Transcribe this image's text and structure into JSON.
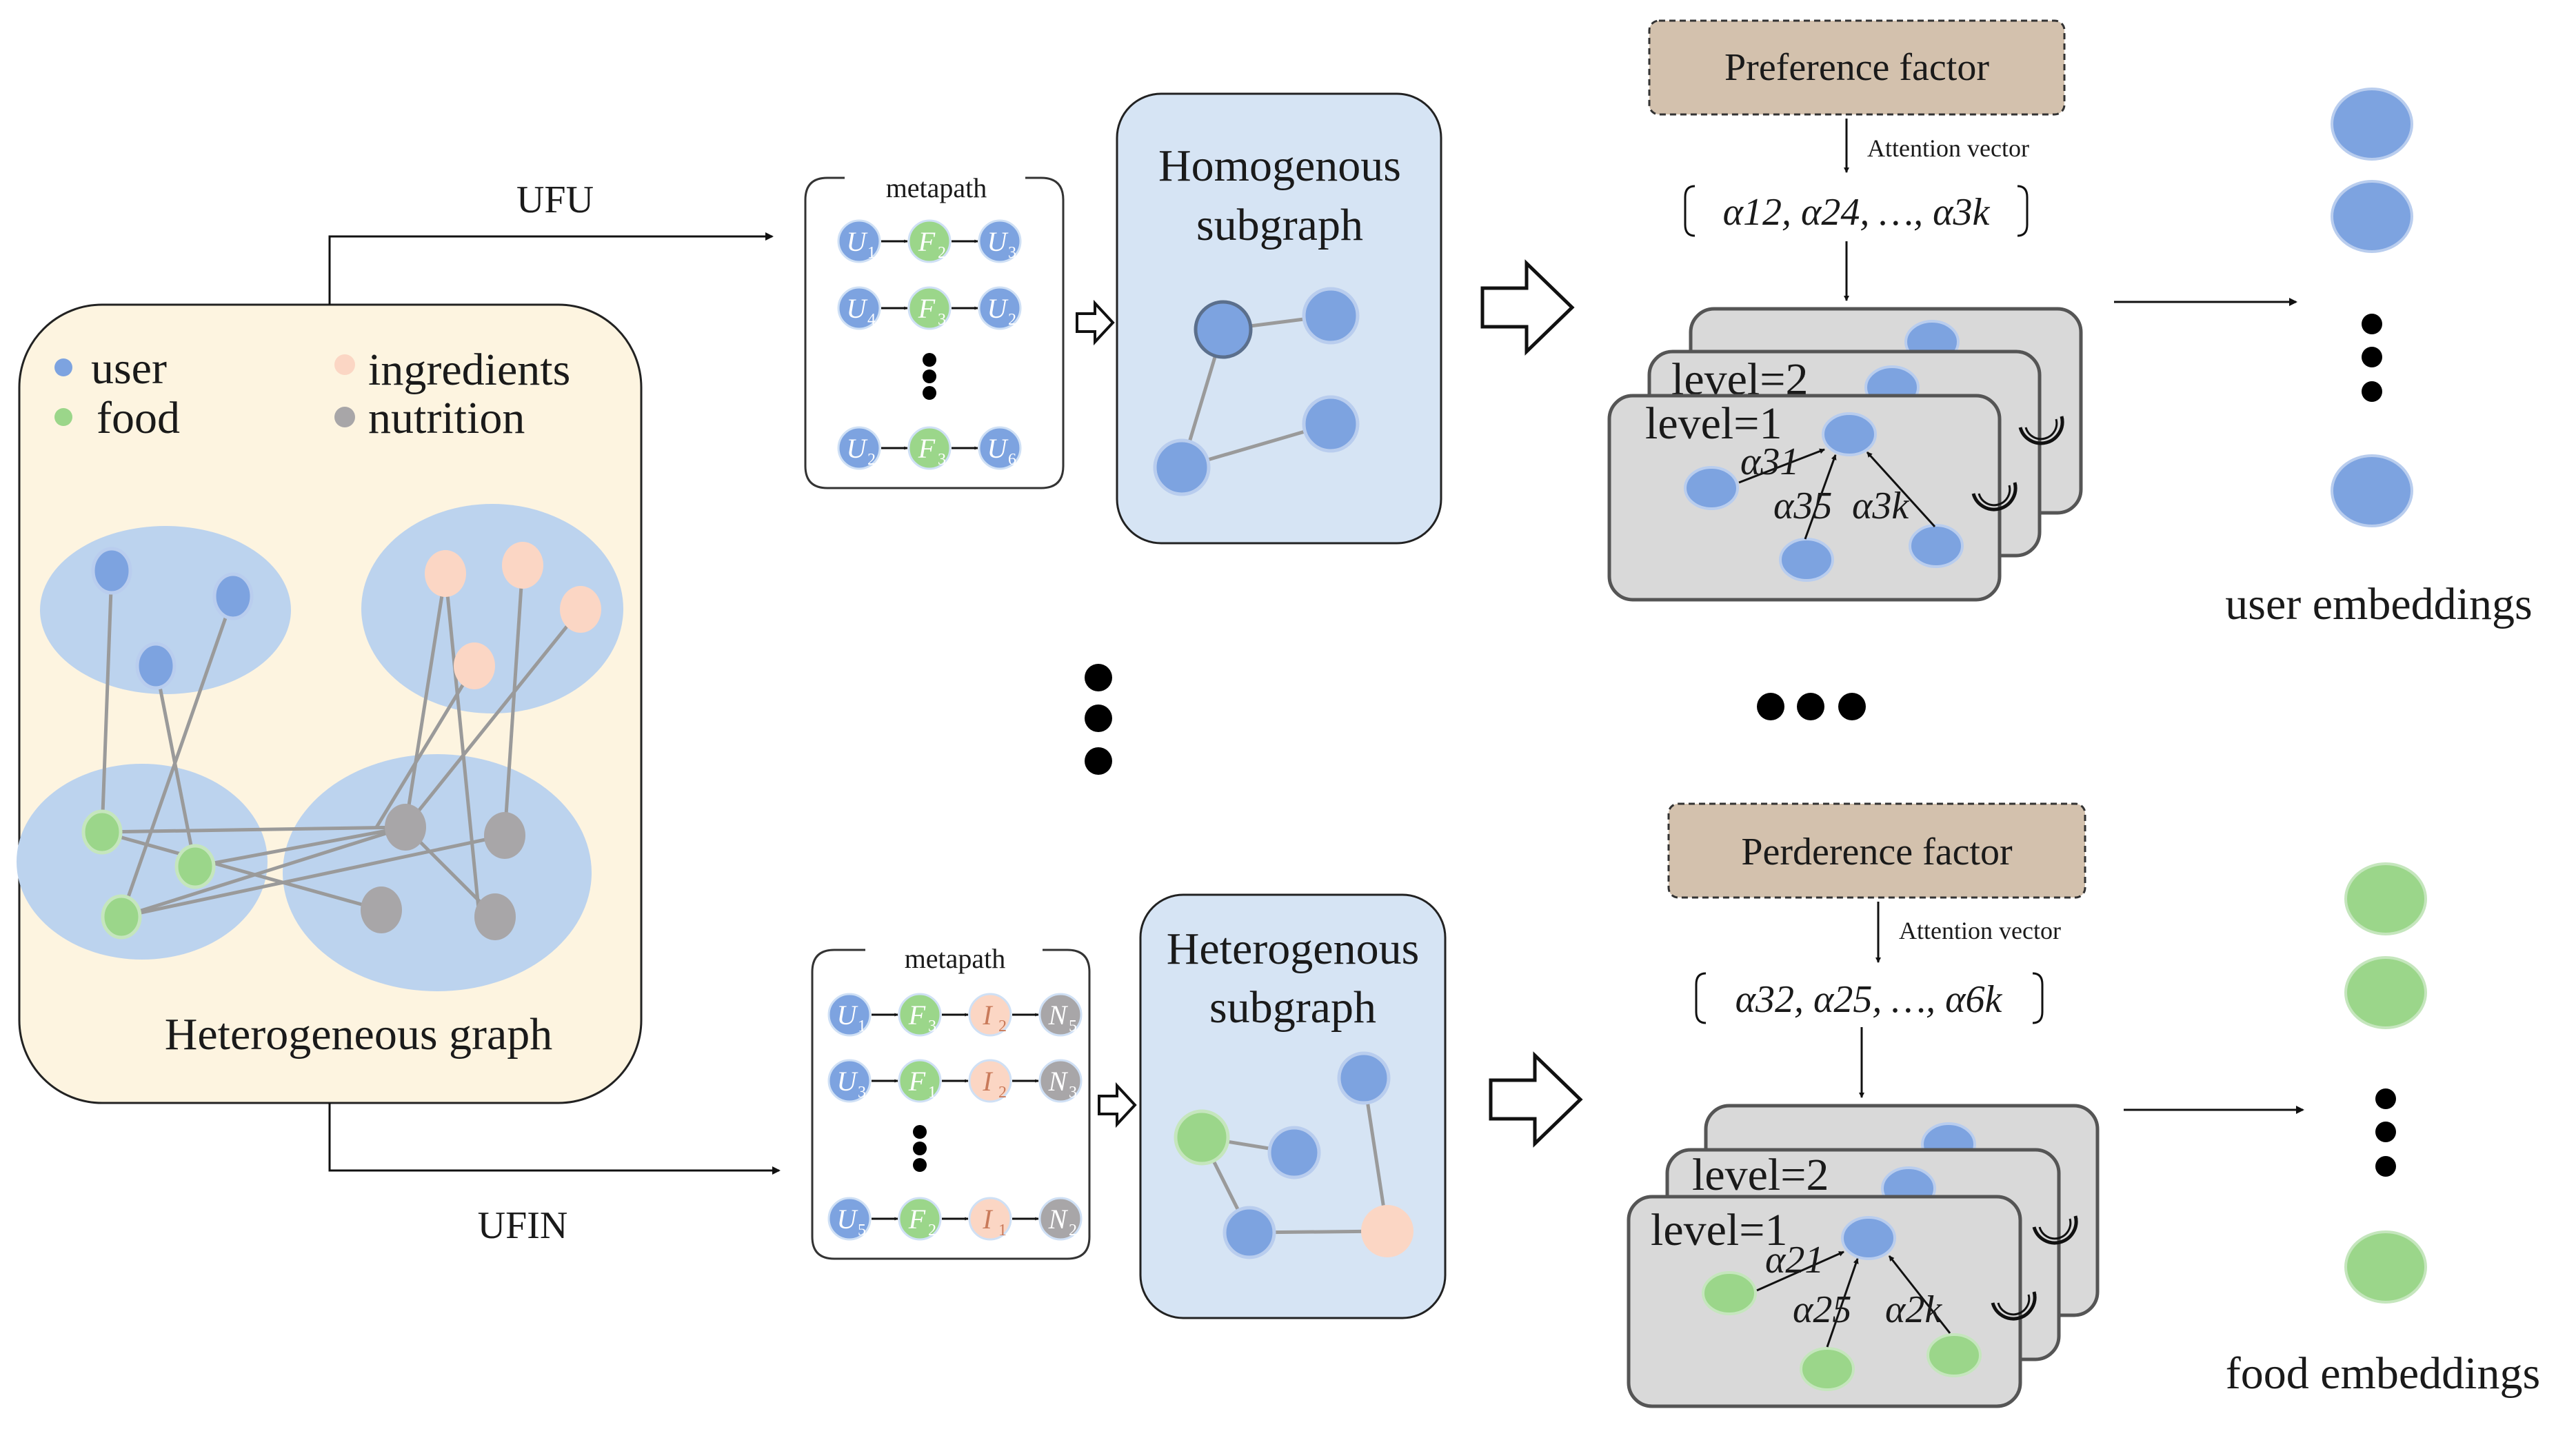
{
  "colors": {
    "user": "#7da3e0",
    "food": "#9bd68a",
    "ingredients": "#fbd6c4",
    "nutrition": "#a8a6a8",
    "graph_panel": "#fdf4e0",
    "cluster": "#bcd3ee",
    "subgraph_panel": "#d6e4f4",
    "factor_box": "#d3c1ad",
    "level_card": "#d9d9d9"
  },
  "hetero_graph": {
    "title": "Heterogeneous graph",
    "legend": [
      {
        "label": "user",
        "type": "user"
      },
      {
        "label": "food",
        "type": "food"
      },
      {
        "label": "ingredients",
        "type": "ingredients"
      },
      {
        "label": "nutrition",
        "type": "nutrition"
      }
    ]
  },
  "top_branch": {
    "edge_label": "UFU",
    "metapath_title": "metapath",
    "paths": [
      [
        {
          "l": "U",
          "s": "1",
          "t": "user"
        },
        {
          "l": "F",
          "s": "2",
          "t": "food"
        },
        {
          "l": "U",
          "s": "3",
          "t": "user"
        }
      ],
      [
        {
          "l": "U",
          "s": "4",
          "t": "user"
        },
        {
          "l": "F",
          "s": "3",
          "t": "food"
        },
        {
          "l": "U",
          "s": "2",
          "t": "user"
        }
      ],
      [
        {
          "l": "U",
          "s": "2",
          "t": "user"
        },
        {
          "l": "F",
          "s": "3",
          "t": "food"
        },
        {
          "l": "U",
          "s": "6",
          "t": "user"
        }
      ]
    ],
    "subgraph_title": [
      "Homogenous",
      "subgraph"
    ],
    "factor_label": "Preference factor",
    "attention_label": "Attention vector",
    "attention_vector": "α12, α24, …, α3k",
    "levels": [
      "level=2",
      "level=1"
    ],
    "edge_weights": [
      "α31",
      "α35",
      "α3k"
    ],
    "embeddings_label": "user embeddings"
  },
  "bottom_branch": {
    "edge_label": "UFIN",
    "metapath_title": "metapath",
    "paths": [
      [
        {
          "l": "U",
          "s": "1",
          "t": "user"
        },
        {
          "l": "F",
          "s": "3",
          "t": "food"
        },
        {
          "l": "I",
          "s": "2",
          "t": "ingredients"
        },
        {
          "l": "N",
          "s": "5",
          "t": "nutrition"
        }
      ],
      [
        {
          "l": "U",
          "s": "3",
          "t": "user"
        },
        {
          "l": "F",
          "s": "1",
          "t": "food"
        },
        {
          "l": "I",
          "s": "2",
          "t": "ingredients"
        },
        {
          "l": "N",
          "s": "3",
          "t": "nutrition"
        }
      ],
      [
        {
          "l": "U",
          "s": "5",
          "t": "user"
        },
        {
          "l": "F",
          "s": "2",
          "t": "food"
        },
        {
          "l": "I",
          "s": "1",
          "t": "ingredients"
        },
        {
          "l": "N",
          "s": "2",
          "t": "nutrition"
        }
      ]
    ],
    "subgraph_title": [
      "Heterogenous",
      "subgraph"
    ],
    "factor_label": "Perderence factor",
    "attention_label": "Attention vector",
    "attention_vector": "α32, α25, …, α6k",
    "levels": [
      "level=2",
      "level=1"
    ],
    "edge_weights": [
      "α21",
      "α25",
      "α2k"
    ],
    "embeddings_label": "food embeddings"
  }
}
